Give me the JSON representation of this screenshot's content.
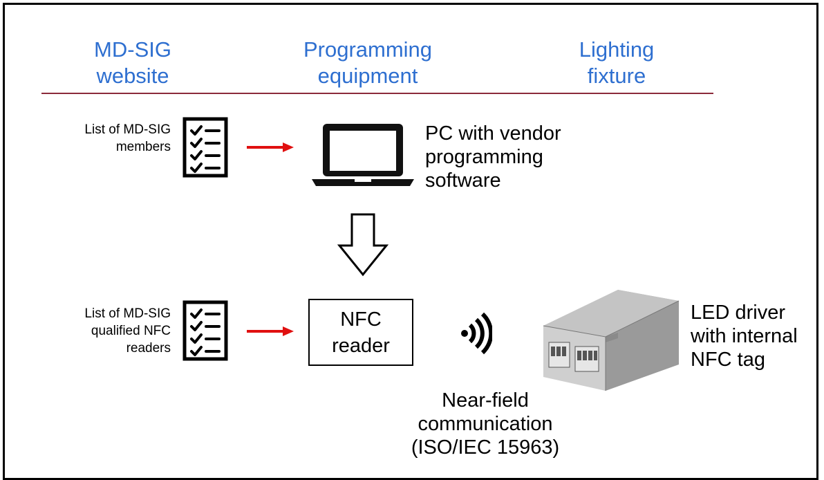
{
  "columns": {
    "website": {
      "line1": "MD-SIG",
      "line2": "website"
    },
    "equipment": {
      "line1": "Programming",
      "line2": "equipment"
    },
    "fixture": {
      "line1": "Lighting",
      "line2": "fixture"
    }
  },
  "row1": {
    "list_label": {
      "line1": "List of MD-SIG",
      "line2": "members"
    },
    "pc_label": {
      "line1": "PC with vendor",
      "line2": "programming",
      "line3": "software"
    }
  },
  "row2": {
    "list_label": {
      "line1": "List of MD-SIG",
      "line2": "qualified NFC",
      "line3": "readers"
    },
    "reader_label": {
      "line1": "NFC",
      "line2": "reader"
    },
    "nfc_label": {
      "line1": "Near-field",
      "line2": "communication",
      "line3": "(ISO/IEC 15963)"
    },
    "driver_label": {
      "line1": "LED driver",
      "line2": "with internal",
      "line3": "NFC tag"
    }
  },
  "colors": {
    "accent_blue": "#2e6fd0",
    "rule": "#8b2a3a",
    "arrow_red": "#e01010"
  },
  "icons": [
    "checklist-icon",
    "laptop-icon",
    "down-arrow-icon",
    "wireless-signal-icon",
    "led-driver-image"
  ]
}
